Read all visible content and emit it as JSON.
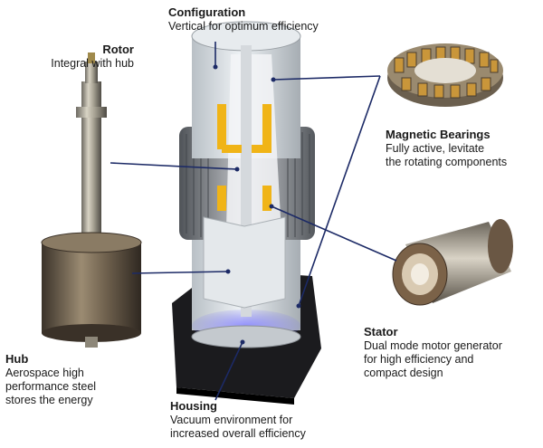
{
  "labels": {
    "configuration": {
      "title": "Configuration",
      "desc": "Vertical for optimum efficiency"
    },
    "rotor": {
      "title": "Rotor",
      "desc": "Integral with hub"
    },
    "magnetic_bearings": {
      "title": "Magnetic Bearings",
      "desc": "Fully active, levitate\nthe rotating components"
    },
    "stator": {
      "title": "Stator",
      "desc": "Dual mode motor generator\nfor high efficiency and\ncompact design"
    },
    "hub": {
      "title": "Hub",
      "desc": "Aerospace high\nperformance steel\nstores the energy"
    },
    "housing": {
      "title": "Housing",
      "desc": "Vacuum environment for\nincreased overall efficiency"
    }
  },
  "colors": {
    "leader_line": "#1c2a66",
    "base_plate": "#1b1b1e",
    "yellow_part": "#f0b417",
    "vacuum_glow": "#7a78f0"
  }
}
